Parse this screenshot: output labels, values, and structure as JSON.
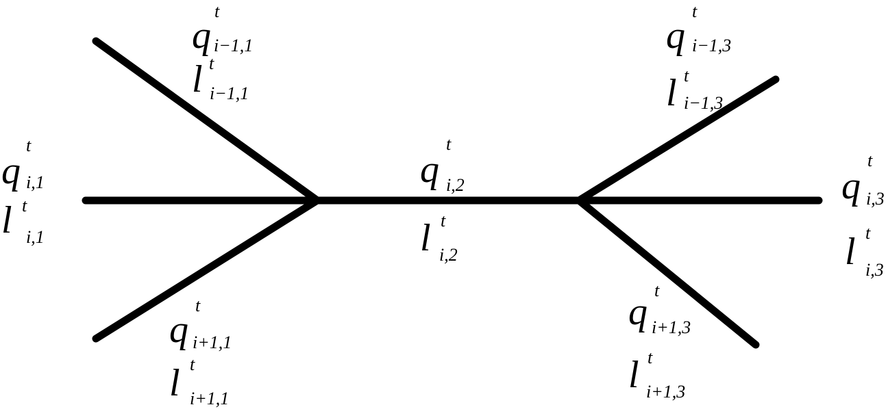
{
  "diagram": {
    "line_color": "#000000",
    "superscript": "t",
    "labels": {
      "q_im1_1": {
        "base": "q",
        "sub": "i−1,1"
      },
      "l_im1_1": {
        "base": "l",
        "sub": "i−1,1"
      },
      "q_i_1": {
        "base": "q",
        "sub": "i,1"
      },
      "l_i_1": {
        "base": "l",
        "sub": "i,1"
      },
      "q_ip1_1": {
        "base": "q",
        "sub": "i+1,1"
      },
      "l_ip1_1": {
        "base": "l",
        "sub": "i+1,1"
      },
      "q_i_2": {
        "base": "q",
        "sub": "i,2"
      },
      "l_i_2": {
        "base": "l",
        "sub": "i,2"
      },
      "q_im1_3": {
        "base": "q",
        "sub": "i−1,3"
      },
      "l_im1_3": {
        "base": "l",
        "sub": "i−1,3"
      },
      "q_i_3": {
        "base": "q",
        "sub": "i,3"
      },
      "l_i_3": {
        "base": "l",
        "sub": "i,3"
      },
      "q_ip1_3": {
        "base": "q",
        "sub": "i+1,3"
      },
      "l_ip1_3": {
        "base": "l",
        "sub": "i+1,3"
      }
    }
  }
}
